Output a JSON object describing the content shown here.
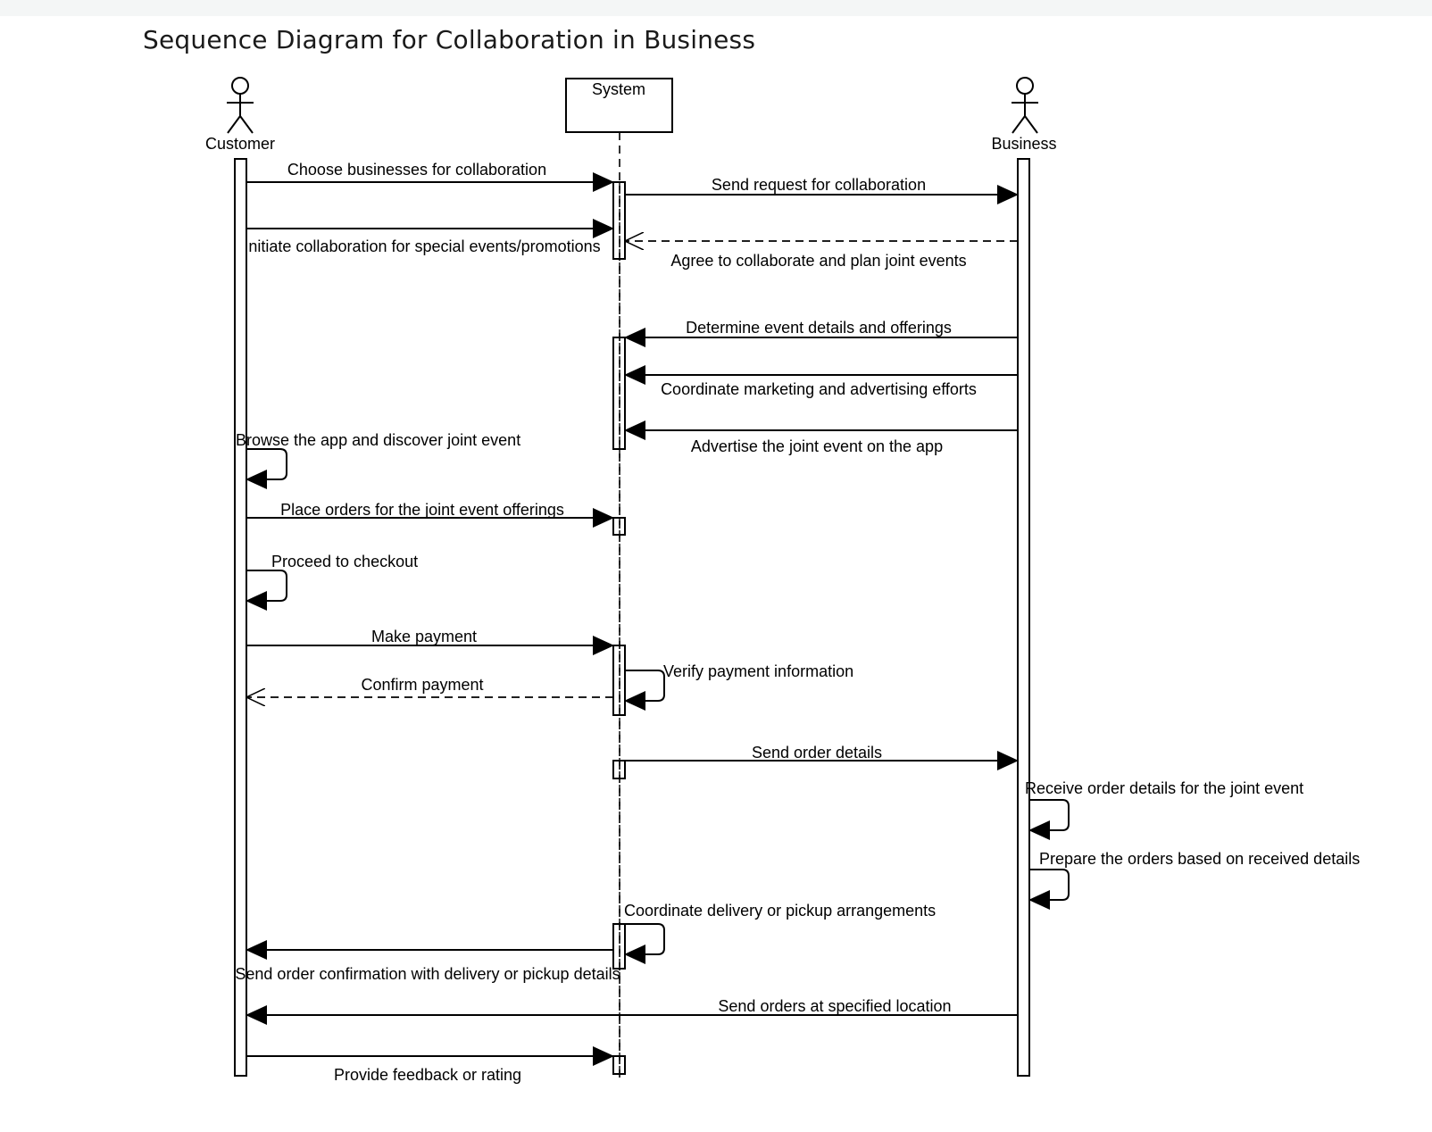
{
  "title": "Sequence Diagram for Collaboration in Business",
  "participants": {
    "customer": "Customer",
    "system": "System",
    "business": "Business"
  },
  "messages": [
    "Choose businesses for collaboration",
    "Send request for collaboration",
    "Initiate collaboration for special events/promotions",
    "Agree to collaborate and plan joint events",
    "Determine event details and offerings",
    "Coordinate marketing and advertising efforts",
    "Advertise the joint event on the app",
    "Browse the app and  discover joint event",
    "Place orders for the joint event offerings",
    "Proceed to checkout",
    "Make payment",
    "Verify payment information",
    "Confirm payment",
    "Send order details",
    "Receive order details for the joint event",
    "Prepare the orders based on received details",
    "Coordinate delivery or pickup arrangements",
    "Send order confirmation with delivery  or pickup details",
    "Send orders at specified location",
    "Provide feedback or rating"
  ]
}
